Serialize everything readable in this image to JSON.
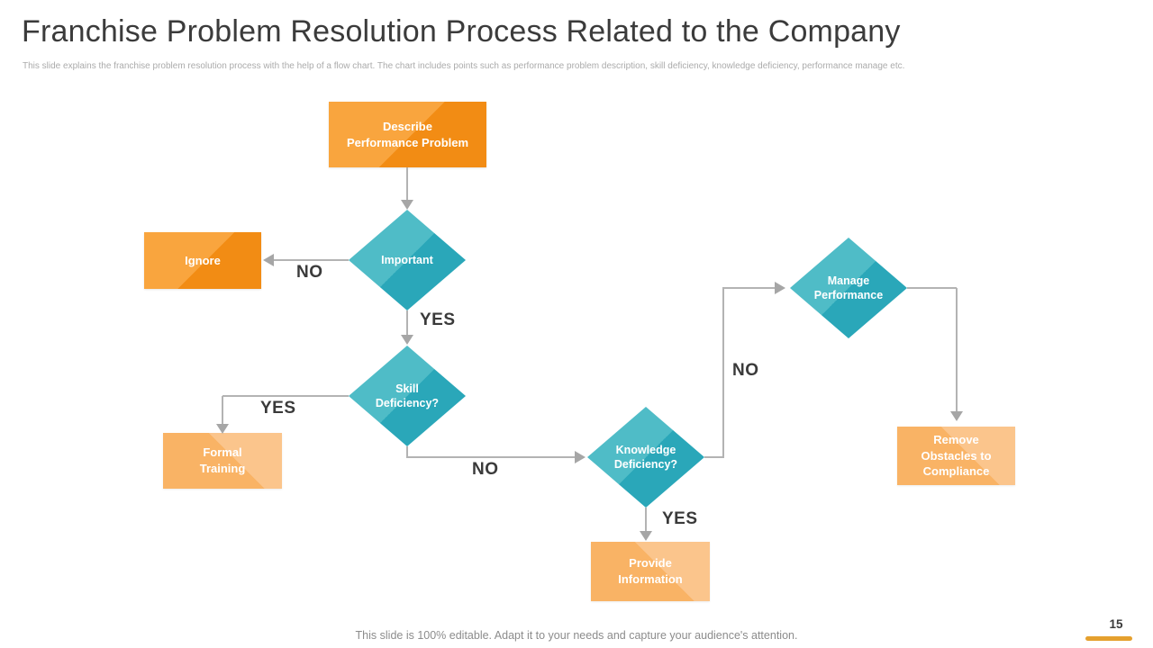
{
  "slide": {
    "title": "Franchise Problem Resolution Process Related to the Company",
    "subtitle": "This slide explains the franchise problem resolution process with the help of a flow chart. The chart includes points such as performance problem description, skill deficiency, knowledge deficiency, performance manage etc.",
    "footer_note": "This slide is 100% editable. Adapt it to your needs and capture your audience's attention.",
    "page_number": "15"
  },
  "flowchart": {
    "nodes": {
      "describe": {
        "type": "process",
        "label": "Describe Performance Problem",
        "lines": [
          "Describe",
          "Performance Problem"
        ]
      },
      "important": {
        "type": "decision",
        "label": "Important",
        "lines": [
          "Important"
        ]
      },
      "ignore": {
        "type": "process",
        "label": "Ignore",
        "lines": [
          "Ignore"
        ]
      },
      "skill": {
        "type": "decision",
        "label": "Skill Deficiency?",
        "lines": [
          "Skill",
          "Deficiency?"
        ]
      },
      "formal": {
        "type": "result",
        "label": "Formal Training",
        "lines": [
          "Formal",
          "Training"
        ]
      },
      "knowledge": {
        "type": "decision",
        "label": "Knowledge Deficiency?",
        "lines": [
          "Knowledge",
          "Deficiency?"
        ]
      },
      "provide": {
        "type": "result",
        "label": "Provide Information",
        "lines": [
          "Provide",
          "Information"
        ]
      },
      "manage": {
        "type": "decision",
        "label": "Manage Performance",
        "lines": [
          "Manage",
          "Performance"
        ]
      },
      "remove": {
        "type": "result",
        "label": "Remove Obstacles to Compliance",
        "lines": [
          "Remove",
          "Obstacles to",
          "Compliance"
        ]
      }
    },
    "edge_labels": {
      "important_no": "NO",
      "important_yes": "YES",
      "skill_yes": "YES",
      "skill_no": "NO",
      "knowledge_yes": "YES",
      "knowledge_no": "NO"
    }
  },
  "colors": {
    "process_orange_light": "#F9A53E",
    "process_orange_dark": "#F28C14",
    "result_orange_light": "#FBC58C",
    "result_orange_base": "#F9B365",
    "decision_teal_light": "#4FBCC7",
    "decision_teal_dark": "#2AA7B9",
    "connector_gray": "#B3B3B3",
    "arrowhead_gray": "#A6A6A6",
    "page_marker_orange": "#E5A02E",
    "title_text": "#3B3B3B",
    "subtitle_text": "#ABABAB",
    "footer_text": "#8C8C8C"
  }
}
